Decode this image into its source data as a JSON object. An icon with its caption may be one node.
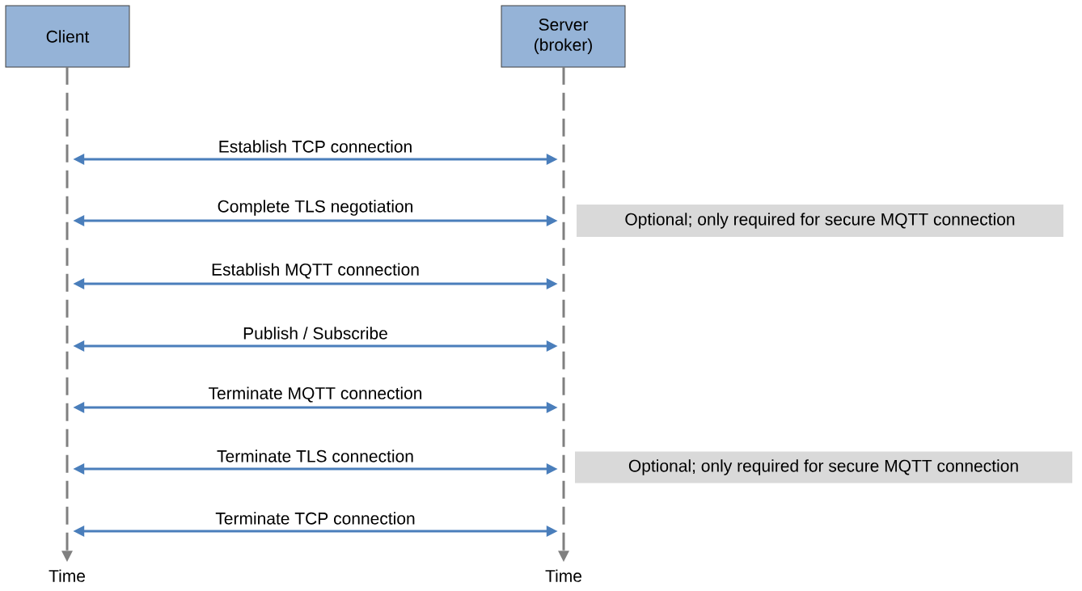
{
  "diagram": {
    "nodes": [
      {
        "text": [
          "Client"
        ]
      },
      {
        "text": [
          "Server (broker)"
        ]
      },
      {
        "text": [],
        "shape": "line",
        "beside": [
          "Time"
        ]
      },
      {
        "text": [],
        "shape": "line",
        "beside": [
          "Time"
        ]
      },
      {
        "text": [
          "Optional; only required for secure MQTT connection"
        ]
      },
      {
        "text": [
          "Optional; only required for secure MQTT connection"
        ]
      }
    ],
    "edges": [
      {
        "from": 2,
        "to": 3,
        "arrow": "both",
        "label": "Establish TCP connection"
      },
      {
        "from": 2,
        "to": 3,
        "arrow": "both",
        "label": "Complete TLS negotiation"
      },
      {
        "from": 2,
        "to": 3,
        "arrow": "both",
        "label": "Establish MQTT connection"
      },
      {
        "from": 2,
        "to": 3,
        "arrow": "both",
        "label": "Publish / Subscribe"
      },
      {
        "from": 2,
        "to": 3,
        "arrow": "both",
        "label": "Terminate MQTT connection"
      },
      {
        "from": 2,
        "to": 3,
        "arrow": "both",
        "label": "Terminate TLS connection"
      },
      {
        "from": 2,
        "to": 3,
        "arrow": "both",
        "label": "Terminate TCP connection"
      }
    ]
  }
}
